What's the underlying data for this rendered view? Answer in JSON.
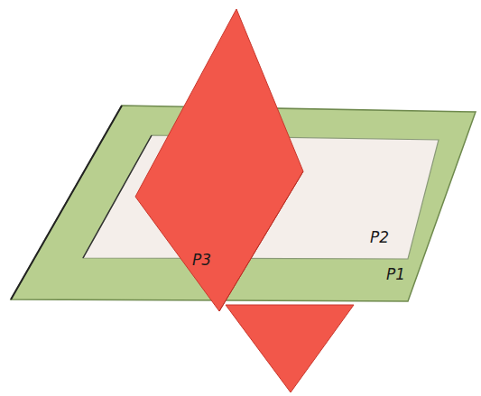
{
  "diagram": {
    "labels": [
      "P3",
      "P2",
      "P1"
    ]
  }
}
